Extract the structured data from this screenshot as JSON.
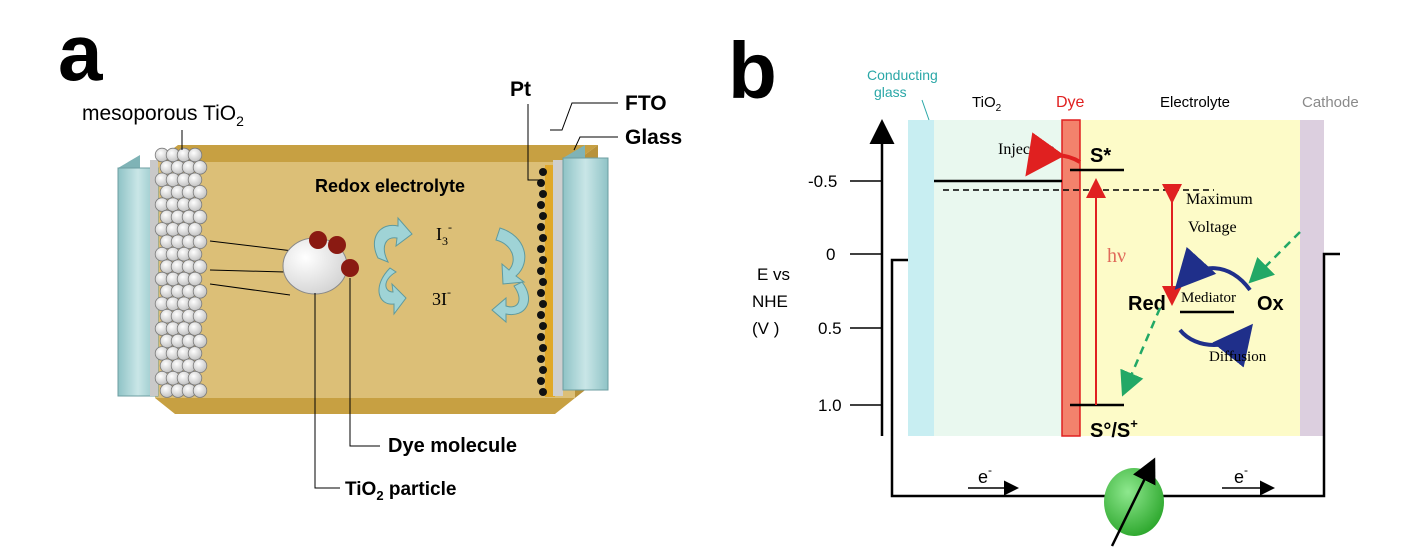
{
  "panel_a": {
    "letter": "a",
    "mesoporous_label": "mesoporous TiO",
    "mesoporous_sub": "2",
    "pt": "Pt",
    "fto": "FTO",
    "glass": "Glass",
    "electrolyte": "Redox electrolyte",
    "i3": "I",
    "i3_sub": "3",
    "i3_sup": "-",
    "three_i": "3I",
    "three_i_sup": "-",
    "dye_molecule": "Dye molecule",
    "tio2_particle": "TiO",
    "tio2_particle_sub": "2",
    "tio2_particle_rest": " particle",
    "colors": {
      "electrolyte": "#dcbf77",
      "electrolyte_edge": "#c7a042",
      "glass": "#a8d0d2",
      "dye": "#8a1a12"
    }
  },
  "panel_b": {
    "letter": "b",
    "conducting_glass": [
      "Conducting",
      "glass"
    ],
    "tio2": "TiO",
    "tio2_sub": "2",
    "dye": "Dye",
    "electrolyte": "Electrolyte",
    "cathode": "Cathode",
    "axis_label": [
      "E vs",
      "NHE",
      "(V )"
    ],
    "ticks": [
      "-0.5",
      "0",
      "0.5",
      "1.0"
    ],
    "injection": "Injection",
    "s_star": "S*",
    "s_ground": "S°/S",
    "s_ground_sup": "+",
    "hv": "hν",
    "max_voltage": [
      "Maximum",
      "Voltage"
    ],
    "red": "Red",
    "mediator": "Mediator",
    "ox": "Ox",
    "diffusion": "Diffusion",
    "electron_left": "e",
    "electron_right": "e",
    "electron_sup": "-",
    "colors": {
      "conducting_glass": "#c8eef2",
      "tio2": "#e9f8ef",
      "dye": "#f3826c",
      "electrolyte": "#fdfbc8",
      "cathode": "#dccfdf",
      "red_arrow": "#e02020",
      "green_arrow": "#22a866",
      "blue_arrow": "#1f2f8a",
      "load": "#3ac23a"
    }
  }
}
